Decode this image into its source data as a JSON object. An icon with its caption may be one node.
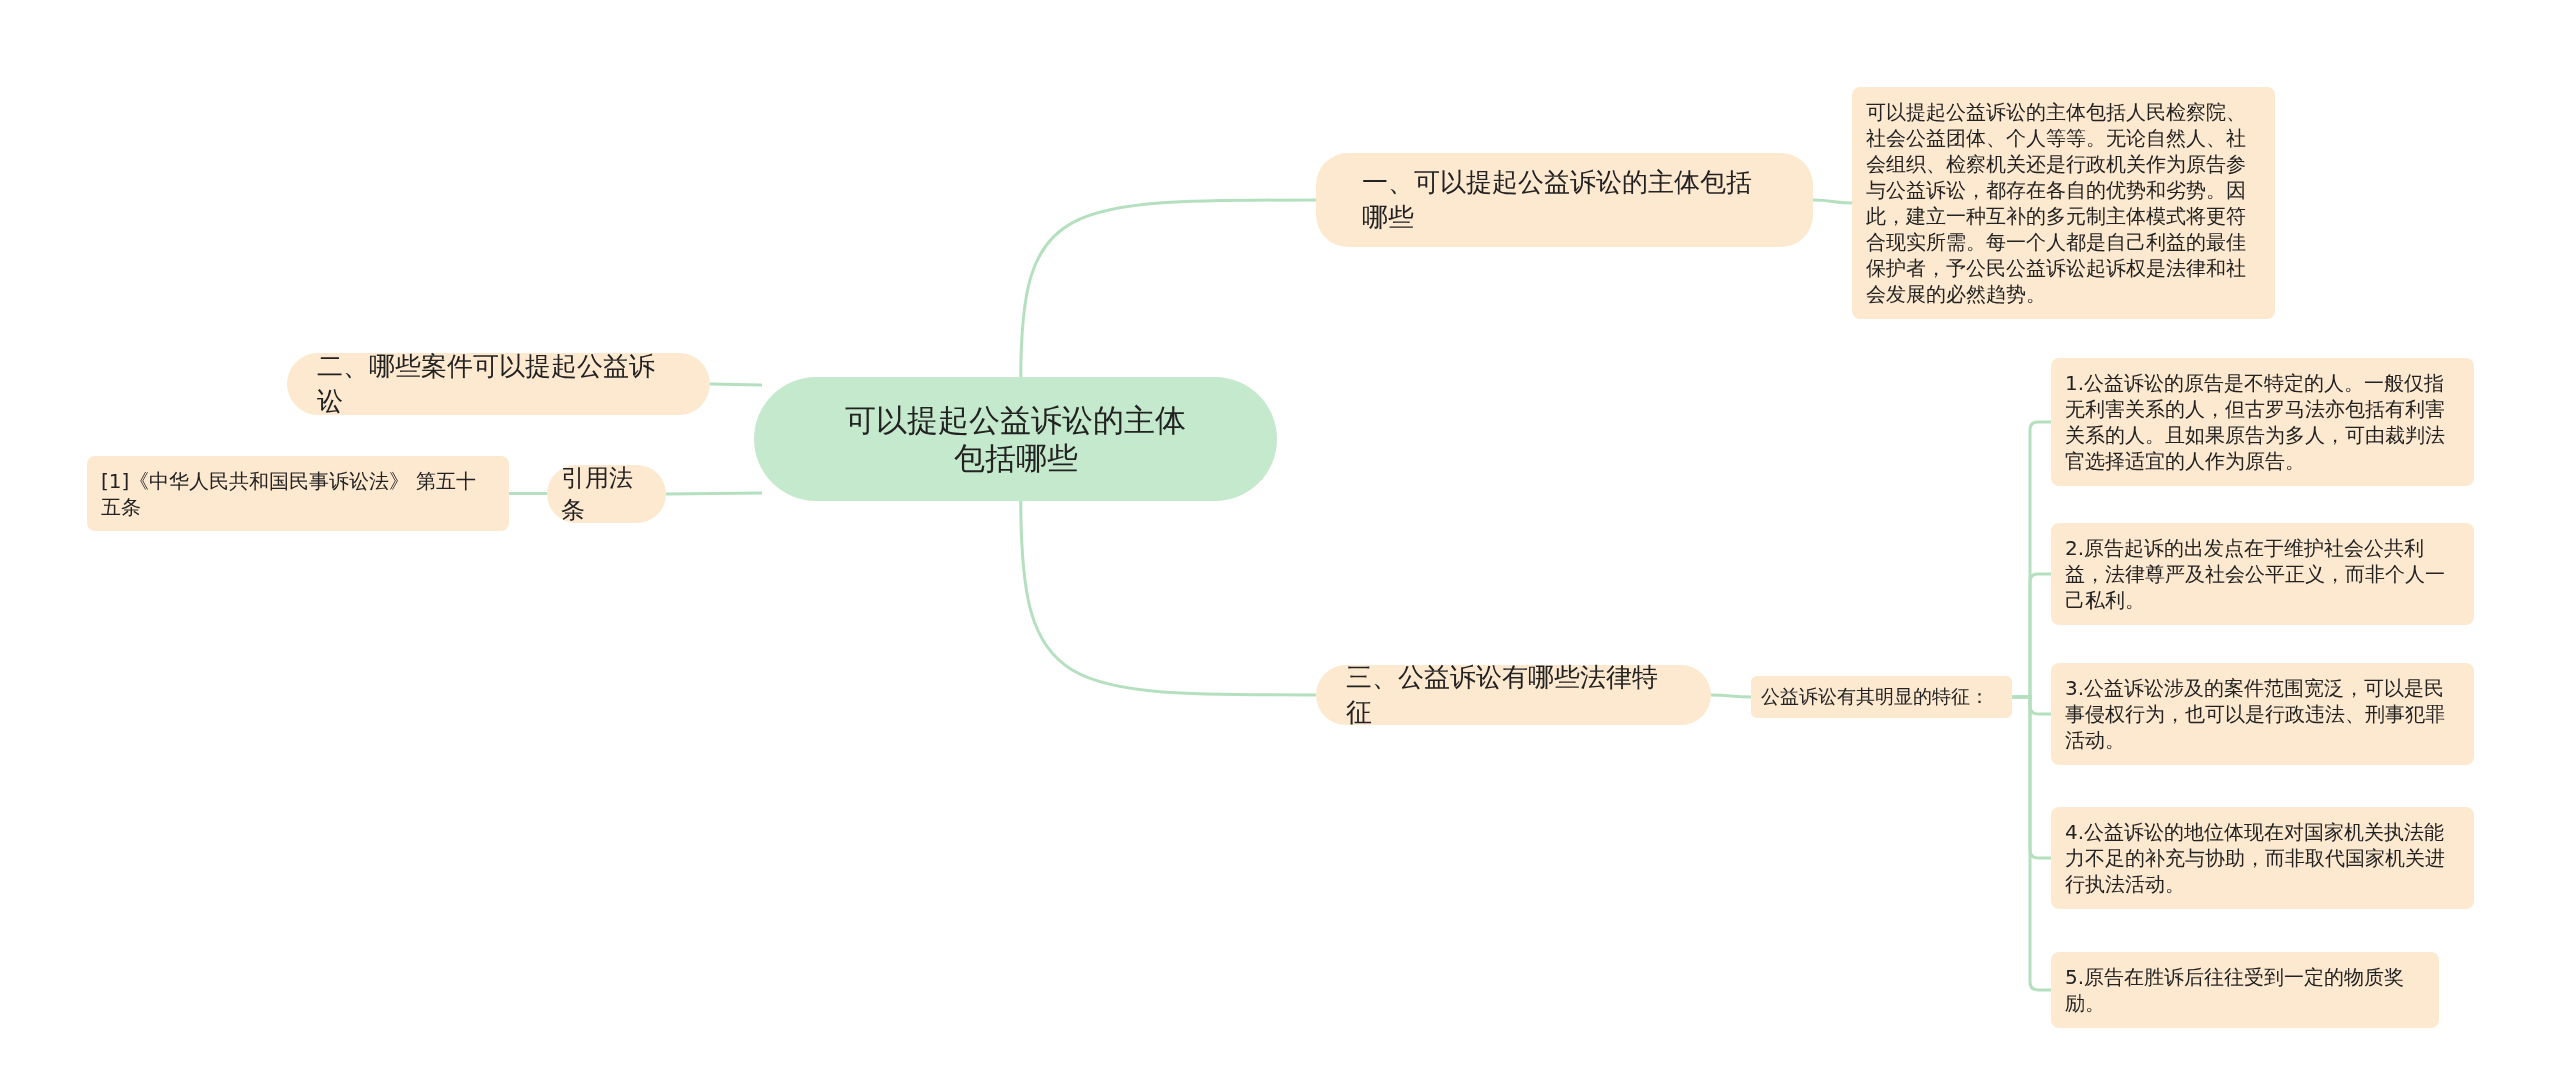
{
  "diagram": {
    "nodes": [
      {
        "text": [
          "可以提起公益诉讼的主体包括哪些"
        ]
      },
      {
        "text": [
          "一、可以提起公益诉讼的主体包括哪些"
        ]
      },
      {
        "text": [
          "可以提起公益诉讼的主体包括人民检察院、社会公益团体、个人等等。无论自然人、社会组织、检察机关还是行政机关作为原告参与公益诉讼，都存在各自的优势和劣势。因此，建立一种互补的多元制主体模式将更符合现实所需。每一个人都是自己利益的最佳保护者，予公民公益诉讼起诉权是法律和社会发展的必然趋势。"
        ]
      },
      {
        "text": [
          "二、哪些案件可以提起公益诉讼"
        ]
      },
      {
        "text": [
          "引用法条"
        ]
      },
      {
        "text": [
          "[1]《中华人民共和国民事诉讼法》 第五十五条"
        ]
      },
      {
        "text": [
          "三、公益诉讼有哪些法律特征"
        ]
      },
      {
        "text": [
          "公益诉讼有其明显的特征："
        ]
      },
      {
        "text": [
          "1.公益诉讼的原告是不特定的人。一般仅指无利害关系的人，但古罗马法亦包括有利害关系的人。且如果原告为多人，可由裁判法官选择适宜的人作为原告。"
        ]
      },
      {
        "text": [
          "2.原告起诉的出发点在于维护社会公共利益，法律尊严及社会公平正义，而非个人一己私利。"
        ]
      },
      {
        "text": [
          "3.公益诉讼涉及的案件范围宽泛，可以是民事侵权行为，也可以是行政违法、刑事犯罪活动。"
        ]
      },
      {
        "text": [
          "4.公益诉讼的地位体现在对国家机关执法能力不足的补充与协助，而非取代国家机关进行执法活动。"
        ]
      },
      {
        "text": [
          "5.原告在胜诉后往往受到一定的物质奖励。"
        ]
      }
    ],
    "edges": [
      {
        "from": 0,
        "to": 1,
        "arrow": "none"
      },
      {
        "from": 1,
        "to": 2,
        "arrow": "none"
      },
      {
        "from": 0,
        "to": 3,
        "arrow": "none"
      },
      {
        "from": 0,
        "to": 4,
        "arrow": "none"
      },
      {
        "from": 4,
        "to": 5,
        "arrow": "none"
      },
      {
        "from": 0,
        "to": 6,
        "arrow": "none"
      },
      {
        "from": 6,
        "to": 7,
        "arrow": "none"
      },
      {
        "from": 7,
        "to": 8,
        "arrow": "none"
      },
      {
        "from": 7,
        "to": 9,
        "arrow": "none"
      },
      {
        "from": 7,
        "to": 10,
        "arrow": "none"
      },
      {
        "from": 7,
        "to": 11,
        "arrow": "none"
      },
      {
        "from": 7,
        "to": 12,
        "arrow": "none"
      }
    ]
  }
}
